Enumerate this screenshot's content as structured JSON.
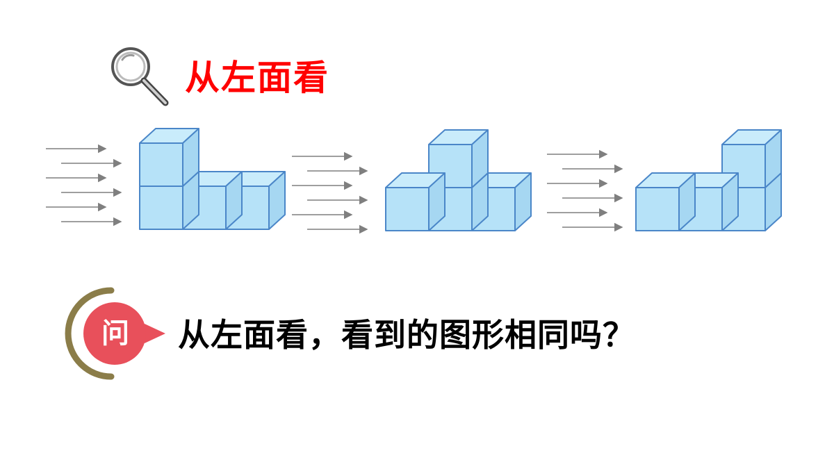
{
  "heading": {
    "text": "从左面看",
    "color": "#ff0000",
    "icon": "magnifier-icon"
  },
  "figures": [
    {
      "name": "figure-1",
      "columns": [
        2,
        1,
        1
      ]
    },
    {
      "name": "figure-2",
      "columns": [
        1,
        2,
        1
      ]
    },
    {
      "name": "figure-3",
      "columns": [
        1,
        1,
        2
      ]
    }
  ],
  "view_arrows": {
    "count_per_group": 6,
    "color": "#7f7f7f"
  },
  "question": {
    "badge": "问",
    "text": "从左面看，看到的图形相同吗？",
    "badge_color": "#e8505b",
    "ring_color": "#8b7d49"
  },
  "cube_colors": {
    "front": "#b6e2f8",
    "top": "#c9ecfb",
    "side": "#a6d7f2",
    "edge": "#4a86c8"
  }
}
